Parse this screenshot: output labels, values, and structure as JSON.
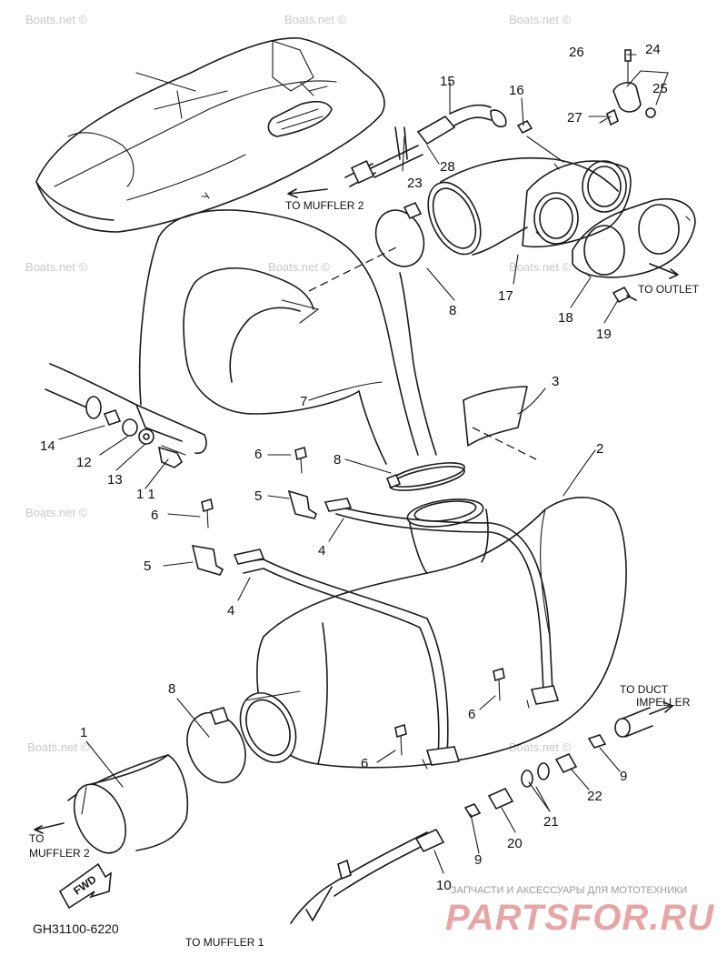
{
  "watermarks": [
    "Boats.net ©",
    "Boats.net ©",
    "Boats.net ©",
    "Boats.net ©",
    "Boats.net ©",
    "Boats.net ©",
    "Boats.net ©",
    "Boats.net ©",
    "Boats.net ©"
  ],
  "callouts": {
    "c1": "1",
    "c2": "2",
    "c3": "3",
    "c4a": "4",
    "c4b": "4",
    "c5a": "5",
    "c5b": "5",
    "c6a": "6",
    "c6b": "6",
    "c6c": "6",
    "c6d": "6",
    "c7": "7",
    "c8a": "8",
    "c8b": "8",
    "c8c": "8",
    "c9a": "9",
    "c9b": "9",
    "c10": "10",
    "c11": "1 1",
    "c12": "12",
    "c13": "13",
    "c14": "14",
    "c15": "15",
    "c16": "16",
    "c17": "17",
    "c18": "18",
    "c19": "19",
    "c20": "20",
    "c21": "21",
    "c22": "22",
    "c23": "23",
    "c24": "24",
    "c25": "25",
    "c26": "26",
    "c27": "27",
    "c28": "28"
  },
  "labels": {
    "to_muffler2_top": "TO MUFFLER 2",
    "to_outlet": "TO OUTLET",
    "to_duct": "TO DUCT",
    "impeller": "IMPELLER",
    "to_bottom": "TO",
    "muffler2_bottom": "MUFFLER 2",
    "to_muffler1": "TO MUFFLER 1",
    "fwd": "FWD",
    "part_code": "GH31100-6220"
  },
  "brand": {
    "tagline": "ЗАПЧАСТИ И АКСЕССУАРЫ ДЛЯ МОТОТЕХНИКИ",
    "name": "PARTSFOR.RU"
  }
}
